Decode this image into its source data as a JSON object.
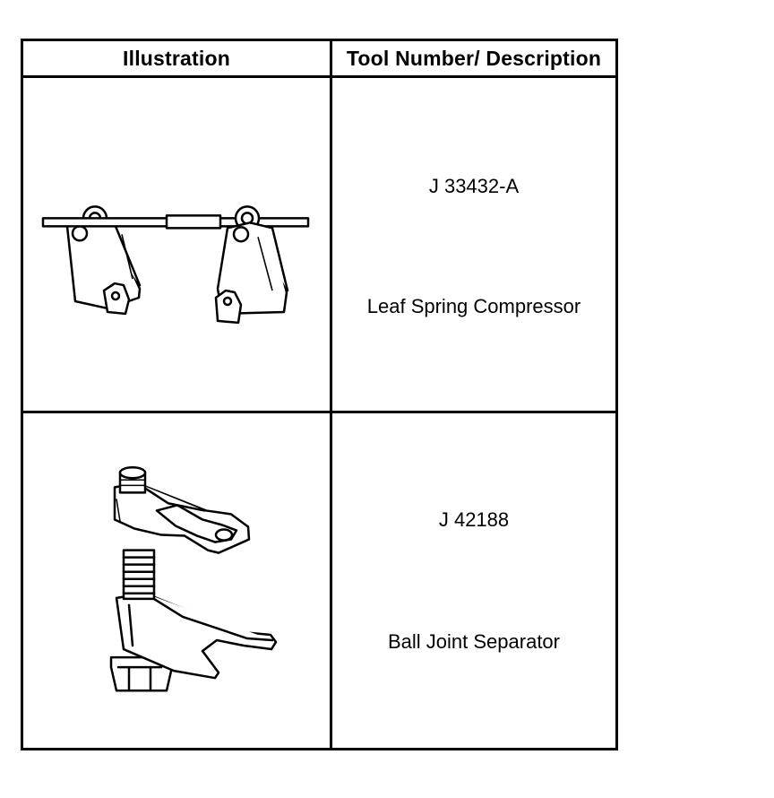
{
  "table": {
    "headers": {
      "illustration": "Illustration",
      "tool": "Tool Number/ Description"
    },
    "rows": [
      {
        "icon": "leaf-spring-compressor-icon",
        "tool_number": "J 33432-A",
        "description": "Leaf Spring Compressor"
      },
      {
        "icon": "ball-joint-separator-icon",
        "tool_number": "J 42188",
        "description": "Ball Joint Separator"
      }
    ]
  }
}
